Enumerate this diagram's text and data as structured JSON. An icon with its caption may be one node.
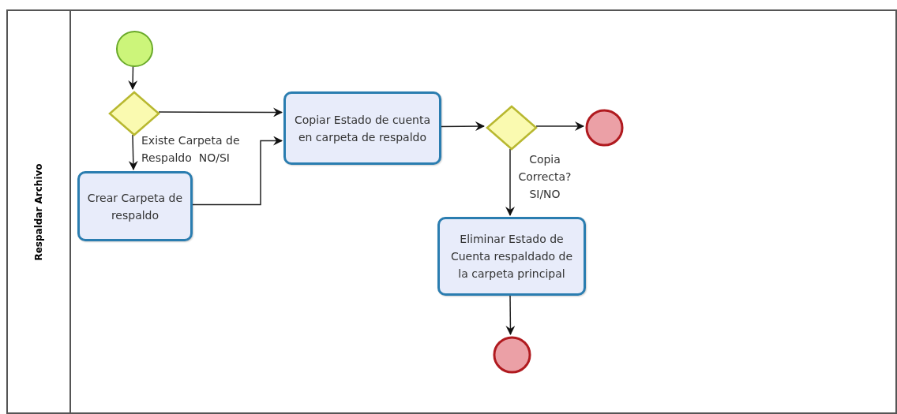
{
  "diagram": {
    "nodes": [
      {
        "text": [
          "Respaldar Archivo"
        ]
      },
      {
        "text": [],
        "shape": "circle",
        "in": 0
      },
      {
        "text": [],
        "shape": "diamond",
        "in": 0,
        "beside": [
          "Existe Carpeta de Respaldo  NO/SI"
        ]
      },
      {
        "text": [
          "Crear Carpeta de respaldo"
        ],
        "in": 0
      },
      {
        "text": [
          "Copiar Estado de cuenta en carpeta de respaldo"
        ],
        "in": 0
      },
      {
        "text": [],
        "shape": "diamond",
        "in": 0,
        "beside": [
          "Copia Correcta? SI/NO"
        ]
      },
      {
        "text": [],
        "shape": "circle",
        "in": 0
      },
      {
        "text": [
          "Eliminar Estado de Cuenta respaldado de la carpeta principal"
        ],
        "in": 0
      },
      {
        "text": [],
        "shape": "circle",
        "in": 0
      }
    ],
    "edges": [
      {
        "from": 1,
        "to": 2,
        "arrow": "to"
      },
      {
        "from": 2,
        "to": 4,
        "arrow": "to"
      },
      {
        "from": 2,
        "to": 3,
        "arrow": "to"
      },
      {
        "from": 3,
        "to": 4,
        "arrow": "to"
      },
      {
        "from": 4,
        "to": 5,
        "arrow": "to"
      },
      {
        "from": 5,
        "to": 6,
        "arrow": "to"
      },
      {
        "from": 5,
        "to": 7,
        "arrow": "to"
      },
      {
        "from": 7,
        "to": 8,
        "arrow": "to"
      }
    ]
  }
}
